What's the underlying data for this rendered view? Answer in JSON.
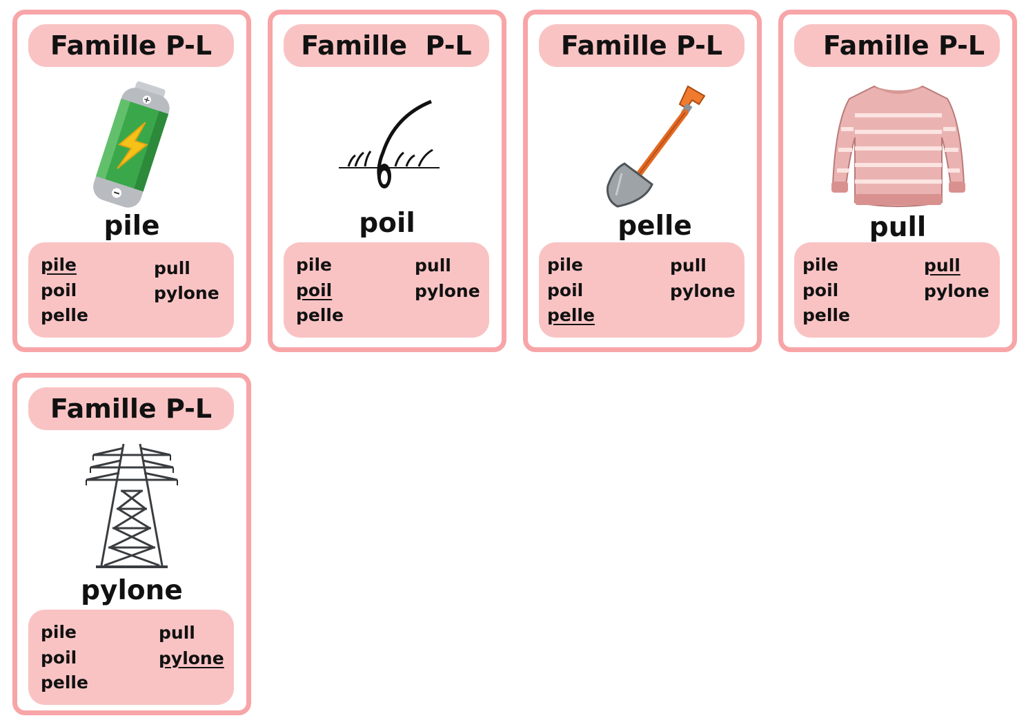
{
  "cards": [
    {
      "title": "Famille P-L",
      "word": "pile",
      "image_icon": "battery-icon",
      "list": {
        "left": [
          "pile",
          "poil",
          "pelle"
        ],
        "right": [
          "pull",
          "pylone"
        ]
      },
      "highlighted": "pile"
    },
    {
      "title": "Famille  P-L",
      "word": "poil",
      "image_icon": "hair-follicle-icon",
      "list": {
        "left": [
          "pile",
          "poil",
          "pelle"
        ],
        "right": [
          "pull",
          "pylone"
        ]
      },
      "highlighted": "poil"
    },
    {
      "title": "Famille P-L",
      "word": "pelle",
      "image_icon": "shovel-icon",
      "list": {
        "left": [
          "pile",
          "poil",
          "pelle"
        ],
        "right": [
          "pull",
          "pylone"
        ]
      },
      "highlighted": "pelle"
    },
    {
      "title": "Famille P-L",
      "word": "pull",
      "image_icon": "sweater-icon",
      "list": {
        "left": [
          "pile",
          "poil",
          "pelle"
        ],
        "right": [
          "pull",
          "pylone"
        ]
      },
      "highlighted": "pull"
    },
    {
      "title": "Famille P-L",
      "word": "pylone",
      "image_icon": "electricity-pylon-icon",
      "list": {
        "left": [
          "pile",
          "poil",
          "pelle"
        ],
        "right": [
          "pull",
          "pylone"
        ]
      },
      "highlighted": "pylone"
    }
  ],
  "colors": {
    "card_border": "#f8a5a8",
    "card_fill": "#f9c3c4",
    "text": "#111111"
  }
}
